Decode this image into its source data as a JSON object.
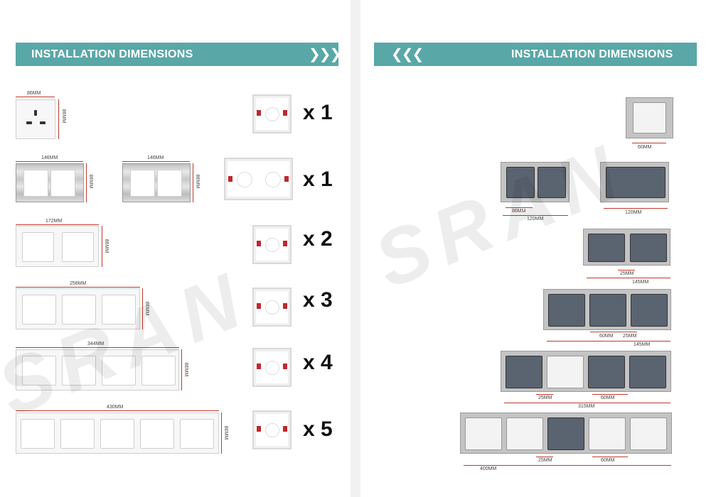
{
  "left_page": {
    "banner": {
      "title": "INSTALLATION DIMENSIONS",
      "chevrons": "❯❯❯"
    },
    "rows": [
      {
        "width_label": "86MM",
        "height_label": "86MM",
        "quantity": "x 1"
      },
      {
        "width_label": "146MM",
        "width_label_b": "146MM",
        "height_label": "86MM",
        "height_label_b": "86MM",
        "quantity": "x 1"
      },
      {
        "width_label": "172MM",
        "height_label": "86MM",
        "quantity": "x 2"
      },
      {
        "width_label": "258MM",
        "height_label": "86MM",
        "quantity": "x 3"
      },
      {
        "width_label": "344MM",
        "height_label": "86MM",
        "quantity": "x 4"
      },
      {
        "width_label": "430MM",
        "height_label": "86MM",
        "quantity": "x 5"
      }
    ]
  },
  "right_page": {
    "banner": {
      "title": "INSTALLATION DIMENSIONS",
      "chevrons": "❮❮❮"
    },
    "groups": [
      {
        "labels": [
          "60MM"
        ]
      },
      {
        "labels": [
          "86MM",
          "120MM",
          "120MM"
        ]
      },
      {
        "labels": [
          "25MM",
          "145MM"
        ]
      },
      {
        "labels": [
          "60MM",
          "25MM",
          "145MM"
        ]
      },
      {
        "labels": [
          "25MM",
          "60MM",
          "315MM"
        ]
      },
      {
        "labels": [
          "25MM",
          "60MM",
          "400MM"
        ]
      }
    ]
  },
  "watermark": "SRAN"
}
